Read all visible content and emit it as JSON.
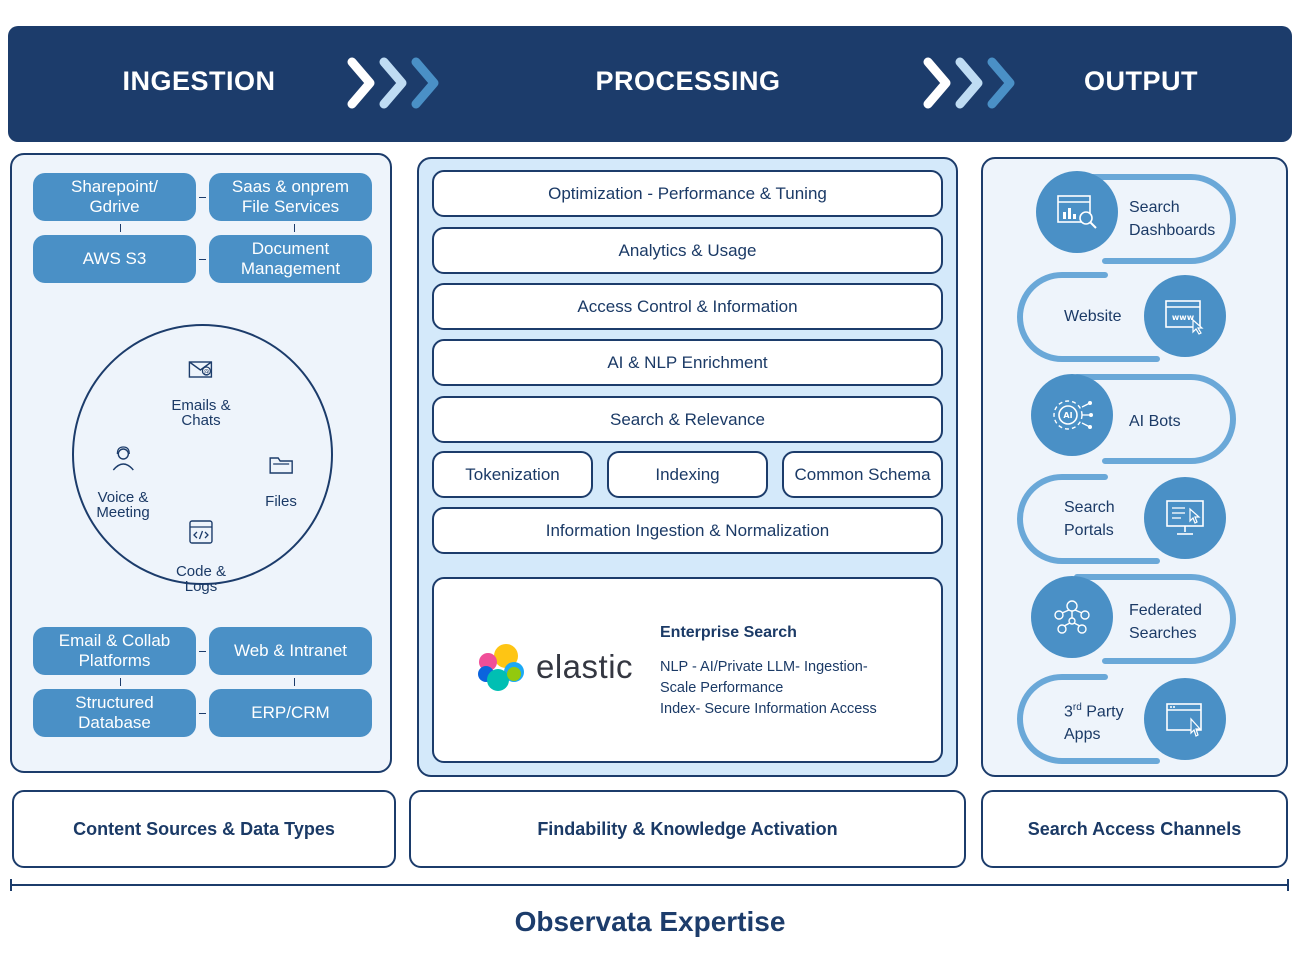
{
  "header": {
    "ingestion": "INGESTION",
    "processing": "PROCESSING",
    "output": "OUTPUT"
  },
  "ingestion": {
    "top_sources": [
      "Sharepoint/\nGdrive",
      "Saas & onprem\nFile Services",
      "AWS S3",
      "Document\nManagement"
    ],
    "data_types": {
      "emails": "Emails &\nChats",
      "voice": "Voice &\nMeeting",
      "files": "Files",
      "code": "Code &\nLogs"
    },
    "bottom_sources": [
      "Email & Collab\nPlatforms",
      "Web & Intranet",
      "Structured\nDatabase",
      "ERP/CRM"
    ],
    "caption": "Content Sources & Data Types"
  },
  "processing": {
    "layers": [
      "Optimization - Performance & Tuning",
      "Analytics & Usage",
      "Access Control & Information",
      "AI & NLP Enrichment",
      "Search & Relevance"
    ],
    "small_layers": [
      "Tokenization",
      "Indexing",
      "Common Schema"
    ],
    "ingest_layer": "Information Ingestion & Normalization",
    "elastic": {
      "logo_text": "elastic",
      "title": "Enterprise Search",
      "lines": [
        "NLP - AI/Private LLM- Ingestion-",
        "Scale Performance",
        "Index- Secure Information Access"
      ]
    },
    "caption": "Findability & Knowledge Activation"
  },
  "output": {
    "channels": [
      {
        "label": "Search\nDashboards",
        "icon": "dashboard-search-icon"
      },
      {
        "label": "Website",
        "icon": "www-browser-icon"
      },
      {
        "label": "AI Bots",
        "icon": "ai-gear-icon"
      },
      {
        "label": "Search\nPortals",
        "icon": "monitor-icon"
      },
      {
        "label": "Federated\nSearches",
        "icon": "network-people-icon"
      },
      {
        "label_main": "3",
        "label_sup": "rd",
        "label_rest": " Party\nApps",
        "icon": "app-window-icon"
      }
    ],
    "caption": "Search Access Channels"
  },
  "footer": {
    "text": "Observata Expertise"
  },
  "colors": {
    "navy": "#1c3c6b",
    "pill_blue": "#4a90c6",
    "light_blue": "#d4e9fa",
    "panel_bg": "#eef4fb"
  }
}
